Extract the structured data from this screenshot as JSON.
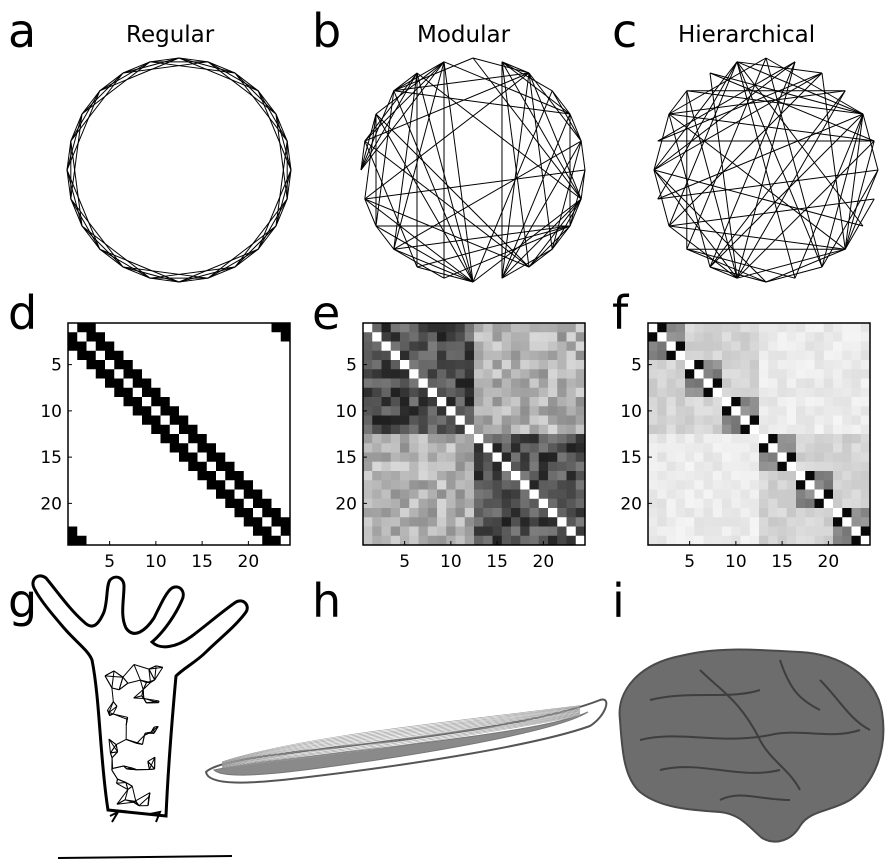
{
  "panels": [
    {
      "letter": "a",
      "title": "Regular"
    },
    {
      "letter": "b",
      "title": "Modular"
    },
    {
      "letter": "c",
      "title": "Hierarchical"
    },
    {
      "letter": "d",
      "title": ""
    },
    {
      "letter": "e",
      "title": ""
    },
    {
      "letter": "f",
      "title": ""
    },
    {
      "letter": "g",
      "title": ""
    },
    {
      "letter": "h",
      "title": ""
    },
    {
      "letter": "i",
      "title": ""
    }
  ],
  "matrix": {
    "size": 24,
    "y_ticks": [
      "5",
      "10",
      "15",
      "20"
    ],
    "x_ticks": [
      "5",
      "10",
      "15",
      "20"
    ]
  },
  "illustrations": {
    "g": "hydra-icon",
    "h": "worm-icon",
    "i": "brain-icon"
  }
}
